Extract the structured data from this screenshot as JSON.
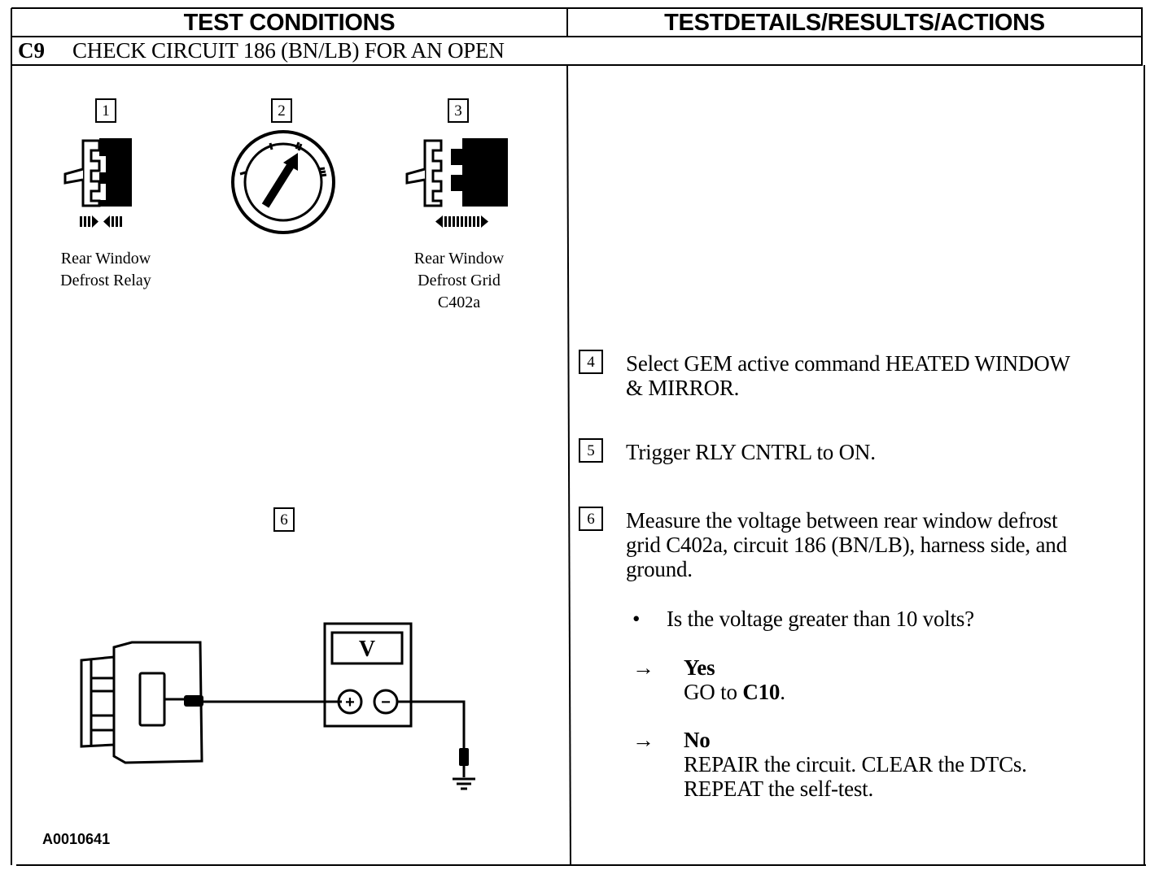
{
  "header": {
    "left_title": "TEST CONDITIONS",
    "right_title": "TESTDETAILS/RESULTS/ACTIONS"
  },
  "test": {
    "id": "C9",
    "title": "CHECK CIRCUIT 186 (BN/LB) FOR AN OPEN"
  },
  "figures": {
    "step1": "1",
    "step2": "2",
    "step3": "3",
    "step6": "6",
    "relay_caption_line1": "Rear Window",
    "relay_caption_line2": "Defrost Relay",
    "grid_caption_line1": "Rear Window",
    "grid_caption_line2": "Defrost Grid",
    "grid_caption_line3": "C402a",
    "meter_symbol": "V",
    "plus_symbol": "+",
    "minus_symbol": "−",
    "illustration_id": "A0010641"
  },
  "steps": [
    {
      "num": "4",
      "line1": "Select GEM active command HEATED WINDOW",
      "line2": "& MIRROR."
    },
    {
      "num": "5",
      "line1": "Trigger RLY CNTRL to ON."
    },
    {
      "num": "6",
      "line1": "Measure the voltage between rear window defrost",
      "line2": "grid C402a, circuit 186 (BN/LB), harness side, and",
      "line3": "ground."
    }
  ],
  "question": {
    "bullet": "•",
    "text": "Is the voltage greater than 10 volts?"
  },
  "results": {
    "arrow": "→",
    "yes_label": "Yes",
    "yes_action_prefix": "GO to ",
    "yes_action_target": "C10",
    "yes_action_suffix": ".",
    "no_label": "No",
    "no_line1": "REPAIR the circuit. CLEAR the DTCs.",
    "no_line2": "REPEAT the self-test."
  }
}
